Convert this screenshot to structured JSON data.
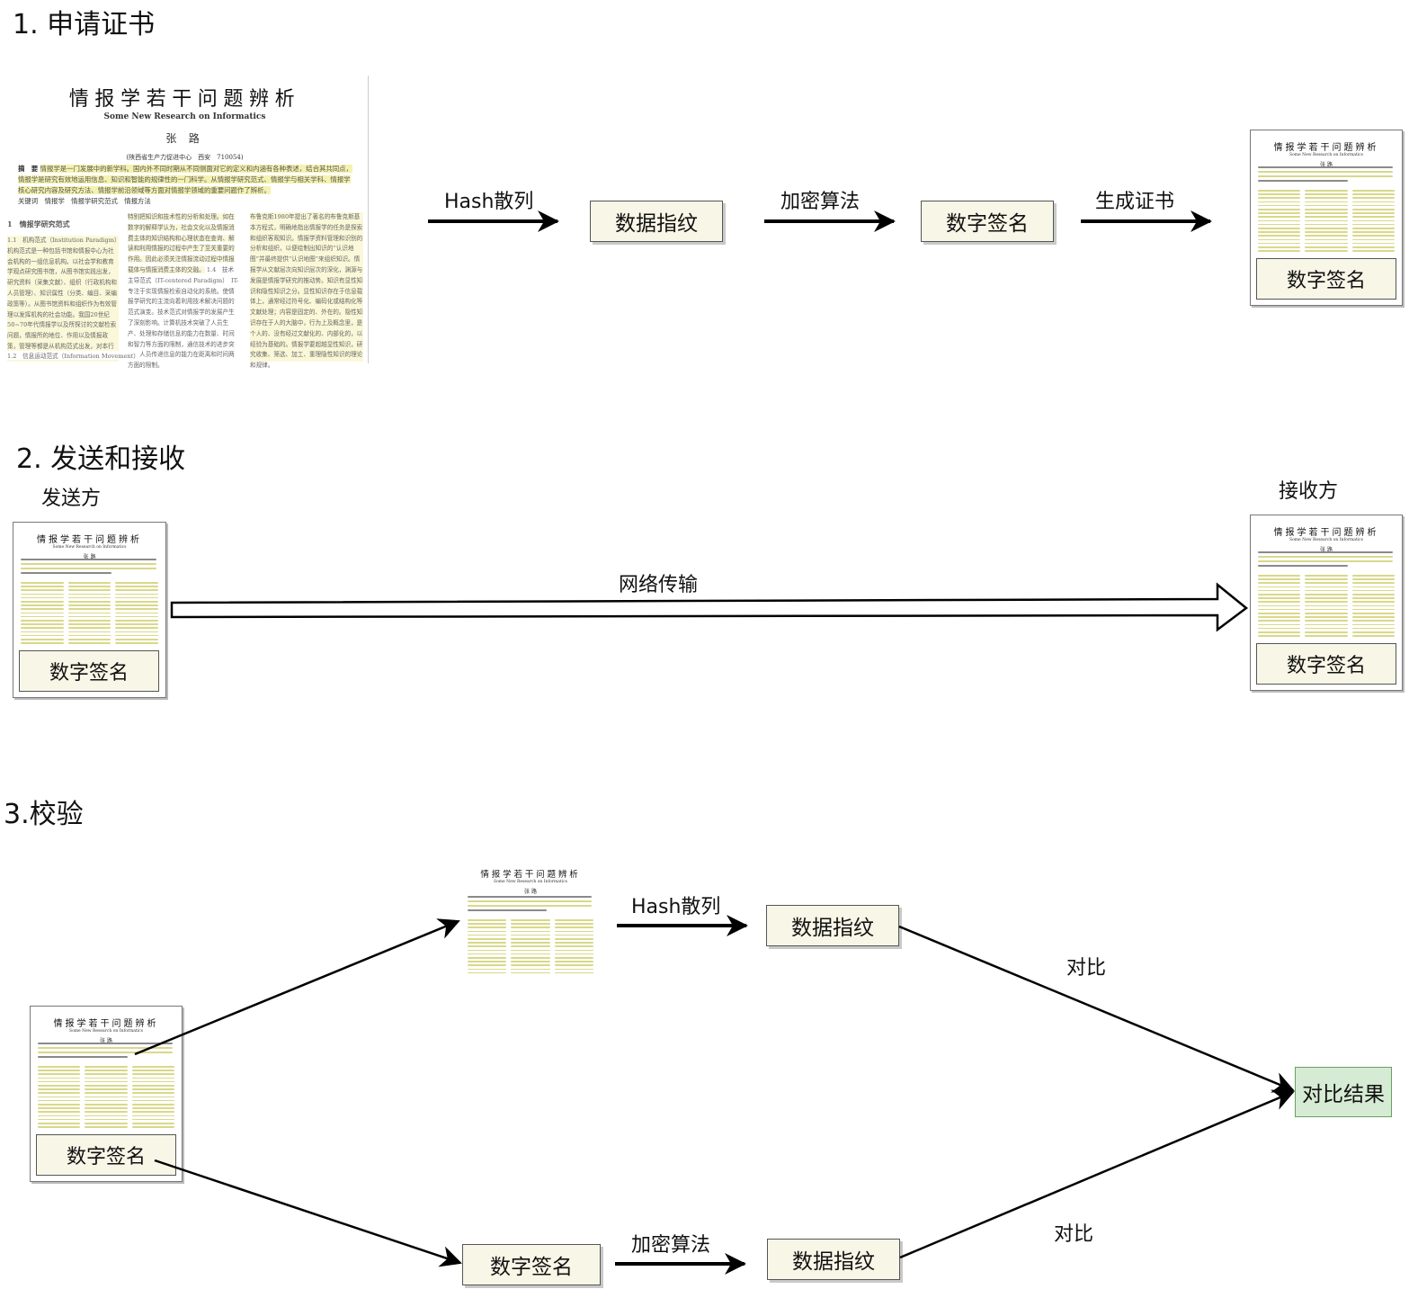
{
  "sections": {
    "s1": "1. 申请证书",
    "s2": "2. 发送和接收",
    "s3": "3.校验"
  },
  "paper": {
    "title": "情报学若干问题辨析",
    "subtitle_en": "Some New Research on Informatics",
    "author": "张 路",
    "affiliation": "(陕西省生产力促进中心　西安　710054)",
    "abstract_label": "摘　要",
    "abstract": "情报学是一门发展中的新学科。国内外不同时期从不同侧面对它的定义和内涵有各种表述，结合其共同点，情报学是研究有效地运用信息、知识和智能的规律性的一门科学。从情报学研究范式、情报学与相关学科、情报学核心研究内容及研究方法、情报学前沿领域等方面对情报学领域的重要问题作了辨析。",
    "keywords": "关键词　情报学　情报学研究范式　情报方法",
    "heading": "1　情报学研究范式",
    "col1": "1.1　机构范式（Institution Paradigm）机构范式是一种包括书馆和情报中心为社会机构的一组信息机构。以社会学和教育学观点研究图书馆，从图书馆实践出发，研究资料（采集文献）、组织（行政机构和人员管理）、知识属性（分类、编目、采编政策等）。从图书馆资料和组织作为有效管理以发挥机构的社会功能。我国20世纪50~70年代情报学以及所探讨的文献检索问题，情报所的地位、作用以及情报政策，管理等都是从机构范式出发，对本行业的问题进行研究。",
    "col1_end": "1.2　信息运动范式（Information Movement）",
    "col2": "特别把知识和技术性的分析和处理。如在数字的解释学认为，社会文化以及情报消费主体的知识结构和心理状态在查询、解读和利用情报的过程中产生了至关重要的作用。因此必须关注情报流动过程中情报载体与情报消费主体的交融。",
    "col2_b": "1.4　技术主导范式（IT-centered Paradigm）　IT-专注于实现情报检索自动化的系统。使情报学研究的主流向着利用技术解决问题的范式演变。技术范式对情报学的发展产生了深刻影响。计算机技术突破了人员生产、处理和存储信息的能力在数量、时间和智力等方面的限制，通信技术的进步突破了人员传递信息的能力在距离和时间两方面的限制。",
    "col3": "布鲁克斯1980年提出了著名的布鲁克斯基本方程式，明确地指出情报学的任务是探索和组织客观知识。情报学资料管理和识别的分析和组织，以便绘制出知识的“认识地图”并最终提供“认识地图”来组织知识。情报学从文献层次向知识层次的深化，渊源与发展是情报学研究的推动势。知识有显性知识和隐性知识之分。显性知识存在于信息载体上，通常经过符号化、编码化或结构化等文献处理；内容是固定的、外在的。隐性知识存在于人的大脑中，行为上及概念里，是个人的、没有经过文献化的、内部化的，以经验为基础的。情报学要超越显性知识，研究收集、筛选、加工、重理隐性知识的理论和规律。"
  },
  "labels": {
    "hash": "Hash散列",
    "fingerprint": "数据指纹",
    "encrypt": "加密算法",
    "signature": "数字签名",
    "gen_cert": "生成证书",
    "sender": "发送方",
    "receiver": "接收方",
    "network": "网络传输",
    "compare": "对比",
    "result": "对比结果"
  },
  "colors": {
    "box_fill": "#f8f6e7",
    "result_fill": "#d6ebd3",
    "highlight": "#f5f2b0"
  }
}
